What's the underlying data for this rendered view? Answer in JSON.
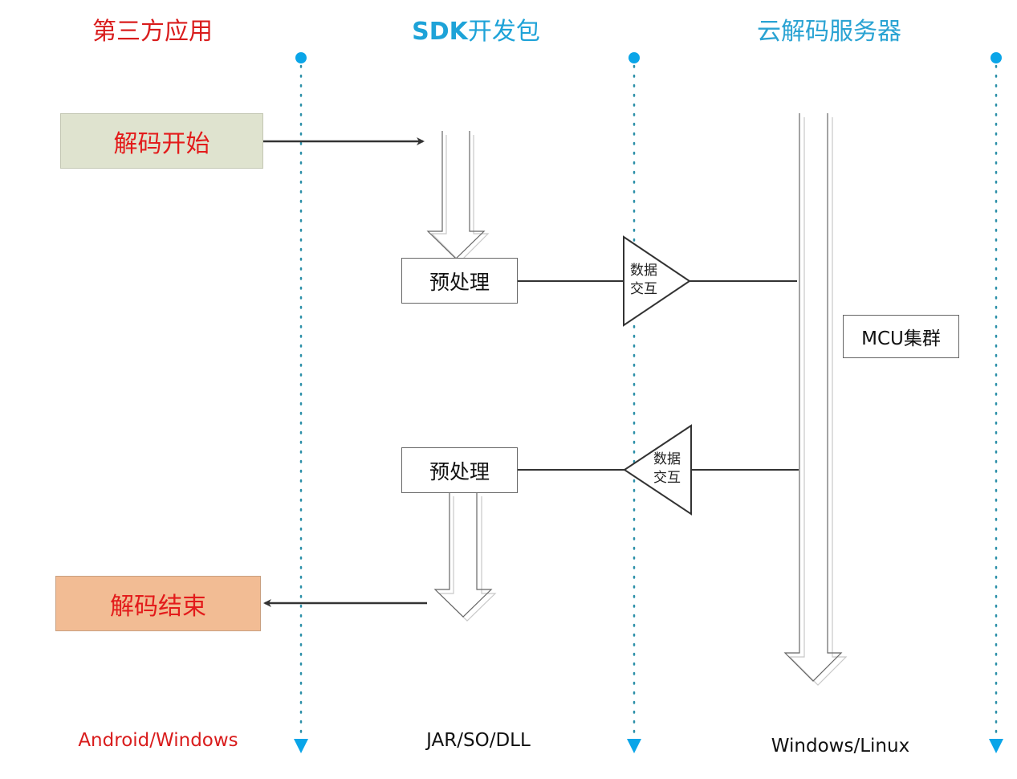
{
  "lanes": [
    {
      "title": "第三方应用",
      "footer": "Android/Windows",
      "title_color": "#d91c1c",
      "footer_color": "#d91c1c"
    },
    {
      "title": "SDK开发包",
      "footer": "JAR/SO/DLL",
      "title_color": "#1ea3d8",
      "footer_color": "#111111"
    },
    {
      "title": "云解码服务器",
      "footer": "Windows/Linux",
      "title_color": "#2aa3d3",
      "footer_color": "#111111"
    }
  ],
  "nodes": {
    "start": "解码开始",
    "end": "解码结束",
    "preprocess_top": "预处理",
    "preprocess_bottom": "预处理",
    "exchange_top": [
      "数据",
      "交互"
    ],
    "exchange_bottom": [
      "数据",
      "交互"
    ],
    "mcu": "MCU集群"
  },
  "colors": {
    "lane_line": "#2b8fa8",
    "lane_marker": "#0aa5e8",
    "start_fill": "#dfe3cf",
    "end_fill": "#f2bc94",
    "node_text_red": "#e31b1b"
  }
}
